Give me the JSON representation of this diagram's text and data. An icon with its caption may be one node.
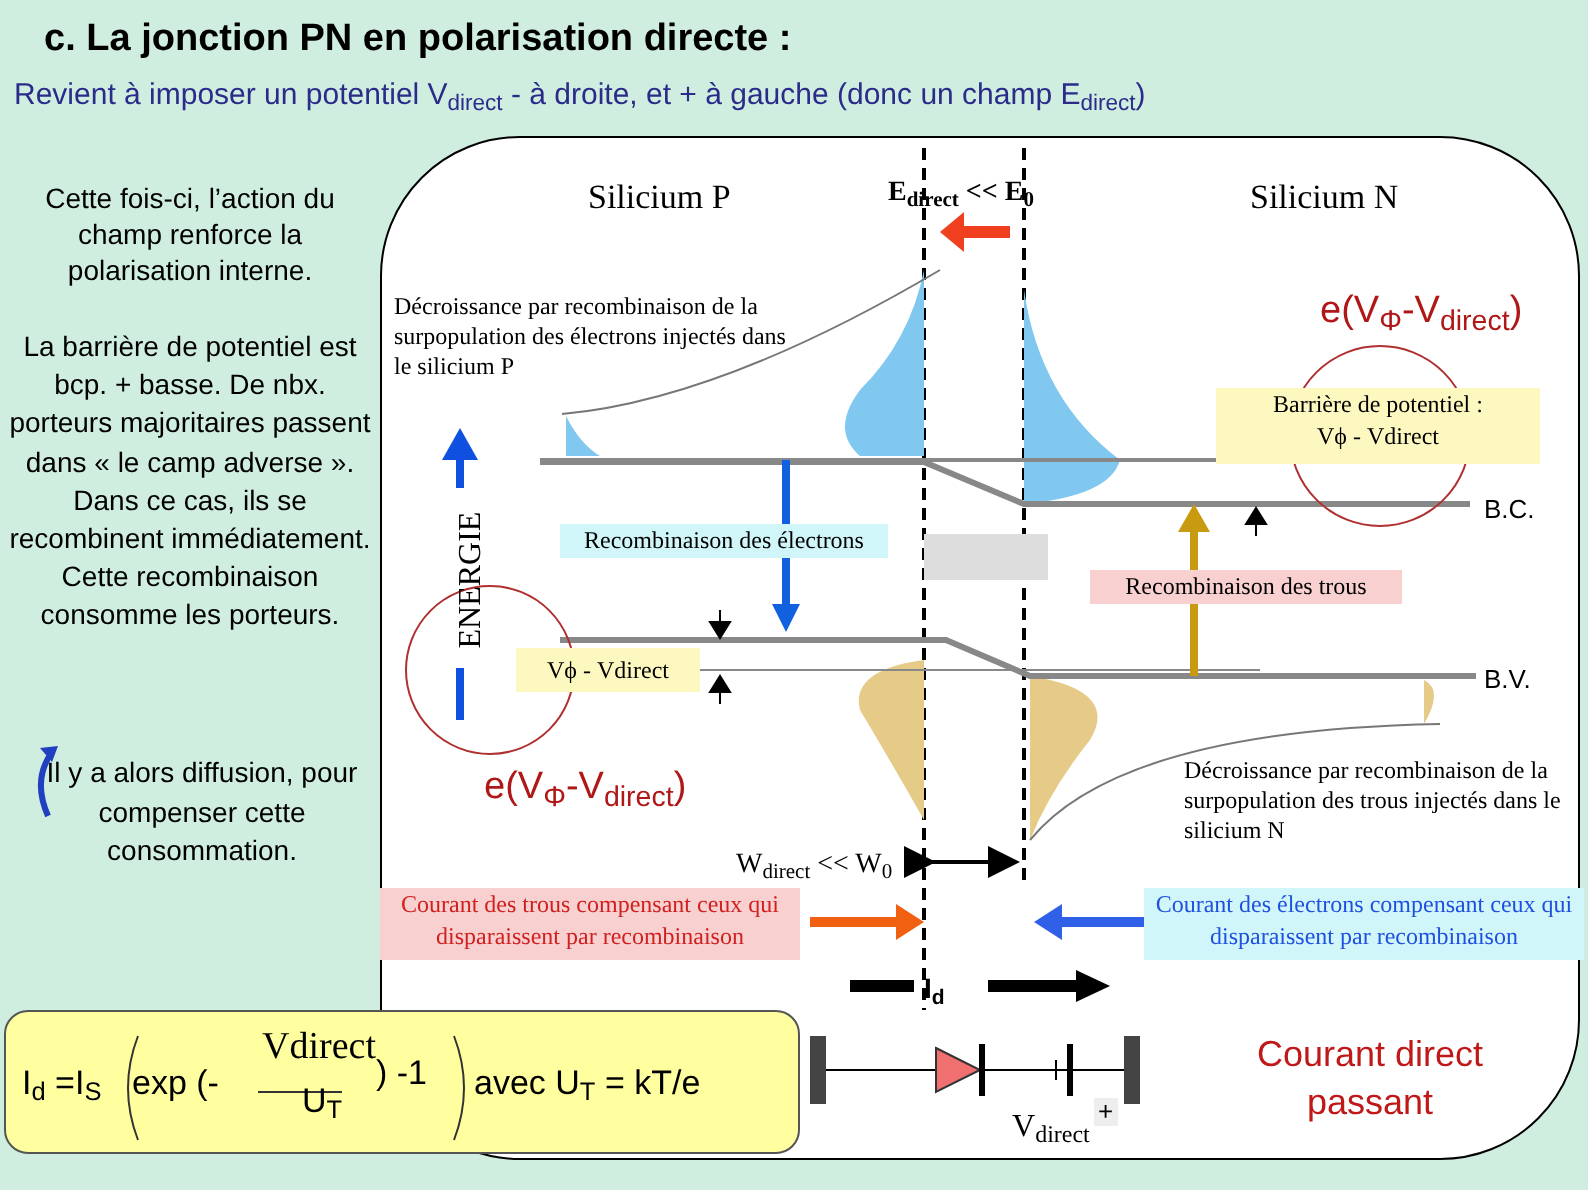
{
  "diagram": {
    "title": "c. La jonction PN en polarisation directe :",
    "nodes": [
      {
        "text": [
          "Barrière de potentiel :",
          "Vϕ - Vdirect"
        ]
      },
      {
        "text": [
          "Recombinaison des électrons"
        ]
      },
      {
        "text": [
          "Recombinaison des trous"
        ]
      },
      {
        "text": [
          "Vϕ - Vdirect"
        ]
      },
      {
        "text": [
          "Courant des trous compensant ceux qui disparaissent par recombinaison"
        ]
      },
      {
        "text": [
          "Courant des électrons compensant ceux qui disparaissent par recombinaison"
        ]
      },
      {
        "text": [
          "I$_{d}$ =I$_{S}$",
          "exp (-",
          "Vdirect",
          "U$_{T}$",
          ") -1",
          "avec U$_{T}$ = kT/e"
        ]
      }
    ],
    "labels": [
      "Revient à imposer un potentiel V$_{direct}$ - à droite, et + à gauche (donc un champ E$_{direct}$)",
      "Cette fois-ci, l’action du champ renforce la polarisation interne.",
      "La barrière de potentiel est bcp. + basse. De nbx. porteurs majoritaires passent dans « le camp adverse ». Dans ce cas, ils se recombinent immédiatement. Cette recombinaison consomme les porteurs.",
      "Il y a alors diffusion, pour compenser cette consommation.",
      "Silicium P",
      "E$_{direct}$ << E$_{0}$",
      "Silicium N",
      "Décroissance par recombinaison de la surpopulation des électrons injectés dans le silicium P",
      "e(V$_{Φ}$-V$_{direct}$)",
      "ENERGIE",
      "B.C.",
      "B.V.",
      "e(V$_{Φ}$-V$_{direct}$)",
      "Décroissance par recombinaison de la surpopulation des trous injectés dans le silicium N",
      "W$_{direct}$ << W$_{0}$",
      "I$_{d}$",
      "V$_{direct}$",
      "+",
      "Courant direct passant"
    ]
  }
}
